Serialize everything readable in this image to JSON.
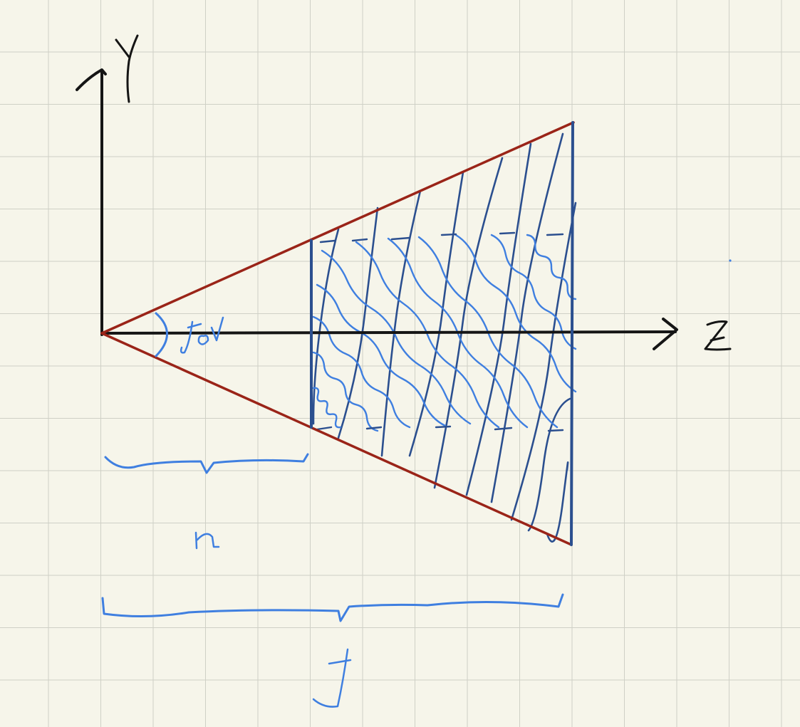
{
  "diagram": {
    "labels": {
      "y_axis": "y",
      "z_axis": "z",
      "angle": "fov",
      "near_distance": "n",
      "far_distance": "f"
    },
    "colors": {
      "paper": "#f6f5ea",
      "grid": "#cfd0c6",
      "axes_ink": "#151515",
      "frustum_edges": "#9a2418",
      "volume_hatch": "#2b4f8f",
      "annotation_ink": "#3f7fe0"
    }
  }
}
